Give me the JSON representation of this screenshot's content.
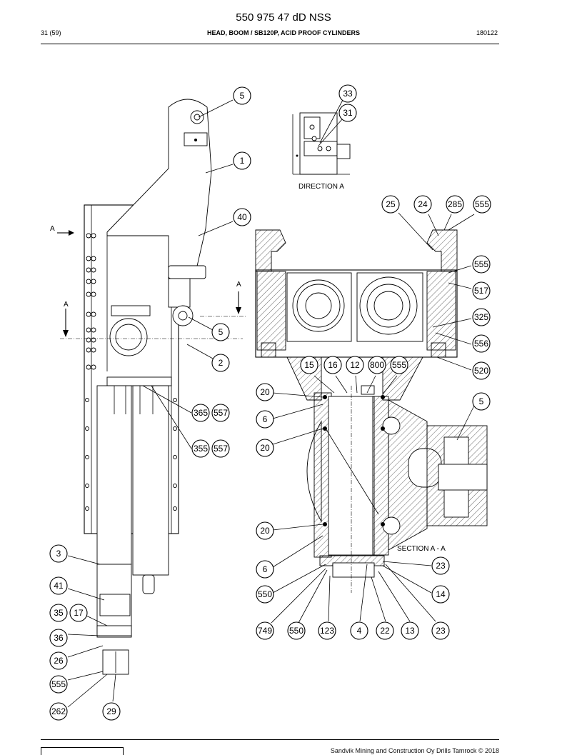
{
  "doc_number": "550 975 47 dD NSS",
  "page": "31 (59)",
  "section_title": "HEAD, BOOM / SB120P, ACID PROOF CYLINDERS",
  "date_code": "180122",
  "footer": "Sandvik Mining and Construction Oy Drills Tamrock © 2018",
  "view_labels": {
    "direction": "DIRECTION A",
    "section": "SECTION A - A",
    "arrow_a": "A"
  },
  "callouts": [
    {
      "n": "5"
    },
    {
      "n": "1"
    },
    {
      "n": "40"
    },
    {
      "n": "5"
    },
    {
      "n": "2"
    },
    {
      "n": "365"
    },
    {
      "n": "557"
    },
    {
      "n": "355"
    },
    {
      "n": "557"
    },
    {
      "n": "3"
    },
    {
      "n": "41"
    },
    {
      "n": "35"
    },
    {
      "n": "17"
    },
    {
      "n": "36"
    },
    {
      "n": "26"
    },
    {
      "n": "555"
    },
    {
      "n": "262"
    },
    {
      "n": "29"
    },
    {
      "n": "33"
    },
    {
      "n": "31"
    },
    {
      "n": "25"
    },
    {
      "n": "24"
    },
    {
      "n": "285"
    },
    {
      "n": "555"
    },
    {
      "n": "555"
    },
    {
      "n": "517"
    },
    {
      "n": "325"
    },
    {
      "n": "556"
    },
    {
      "n": "520"
    },
    {
      "n": "15"
    },
    {
      "n": "16"
    },
    {
      "n": "12"
    },
    {
      "n": "800"
    },
    {
      "n": "555"
    },
    {
      "n": "20"
    },
    {
      "n": "6"
    },
    {
      "n": "20"
    },
    {
      "n": "5"
    },
    {
      "n": "20"
    },
    {
      "n": "6"
    },
    {
      "n": "23"
    },
    {
      "n": "550"
    },
    {
      "n": "14"
    },
    {
      "n": "749"
    },
    {
      "n": "550"
    },
    {
      "n": "123"
    },
    {
      "n": "4"
    },
    {
      "n": "22"
    },
    {
      "n": "13"
    },
    {
      "n": "23"
    }
  ]
}
